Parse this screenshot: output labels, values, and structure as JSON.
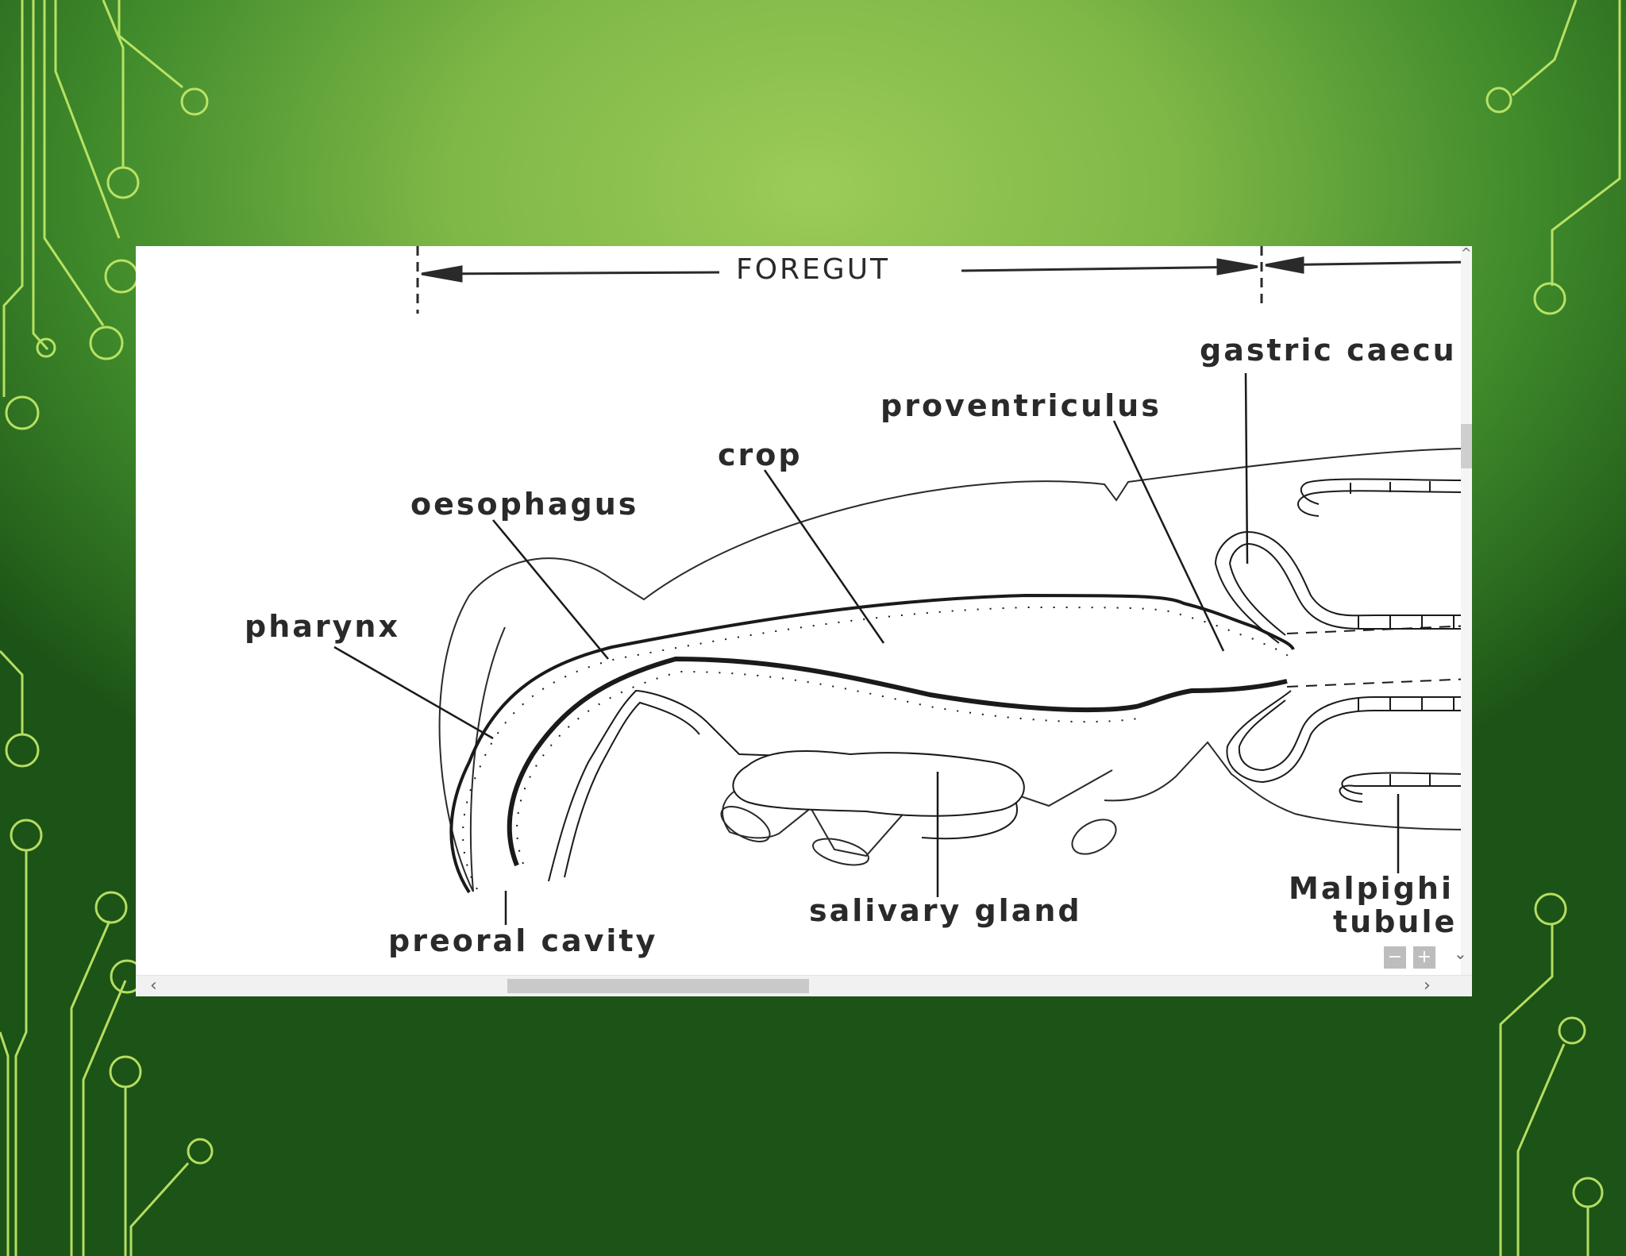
{
  "diagram": {
    "region_label": "FOREGUT",
    "labels": {
      "gastric_caeca": "gastric caecu",
      "proventriculus": "proventriculus",
      "crop": "crop",
      "oesophagus": "oesophagus",
      "pharynx": "pharynx",
      "preoral_cavity": "preoral cavity",
      "salivary_gland": "salivary gland",
      "malpighian_line1": "Malpighi",
      "malpighian_line2": "tubule"
    }
  },
  "viewer": {
    "scroll_left": "‹",
    "scroll_right": "›",
    "zoom_out": "−",
    "zoom_in": "+",
    "menu_chevron": "⌄",
    "scroll_up": "^"
  },
  "colors": {
    "background_light": "#9ccb58",
    "background_dark": "#1c5316",
    "circuit_lines": "#c6ec6a",
    "viewer_bg": "#ffffff"
  }
}
